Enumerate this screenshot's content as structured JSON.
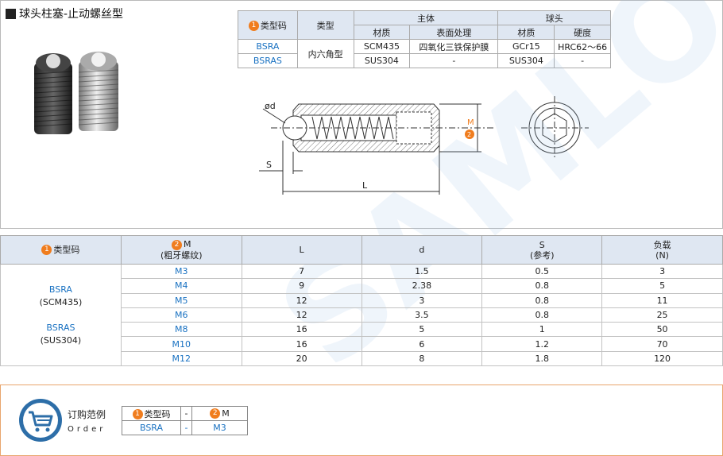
{
  "title": "球头柱塞-止动螺丝型",
  "spec_table": {
    "h_model": "类型码",
    "h_type": "类型",
    "h_body": "主体",
    "h_ball": "球头",
    "h_material": "材质",
    "h_surface": "表面处理",
    "h_hardness": "硬度",
    "rows": [
      {
        "model": "BSRA",
        "type": "内六角型",
        "material": "SCM435",
        "surface": "四氧化三铁保护膜",
        "ball_material": "GCr15",
        "hardness": "HRC62～66"
      },
      {
        "model": "BSRAS",
        "material": "SUS304",
        "surface": "-",
        "ball_material": "SUS304",
        "hardness": "-"
      }
    ]
  },
  "drawing": {
    "d_label": "ød",
    "s_label": "S",
    "l_label": "L",
    "m_label": "M"
  },
  "size_table": {
    "h_model": "类型码",
    "h_m": "M",
    "h_m_sub": "(粗牙螺纹)",
    "h_l": "L",
    "h_d": "d",
    "h_s": "S",
    "h_s_sub": "(参考)",
    "h_load": "负载",
    "h_load_sub": "(N)",
    "models": [
      {
        "code": "BSRA",
        "material": "(SCM435)"
      },
      {
        "code": "BSRAS",
        "material": "(SUS304)"
      }
    ],
    "rows": [
      {
        "m": "M3",
        "l": "7",
        "d": "1.5",
        "s": "0.5",
        "load": "3"
      },
      {
        "m": "M4",
        "l": "9",
        "d": "2.38",
        "s": "0.8",
        "load": "5"
      },
      {
        "m": "M5",
        "l": "12",
        "d": "3",
        "s": "0.8",
        "load": "11"
      },
      {
        "m": "M6",
        "l": "12",
        "d": "3.5",
        "s": "0.8",
        "load": "25"
      },
      {
        "m": "M8",
        "l": "16",
        "d": "5",
        "s": "1",
        "load": "50"
      },
      {
        "m": "M10",
        "l": "16",
        "d": "6",
        "s": "1.2",
        "load": "70"
      },
      {
        "m": "M12",
        "l": "20",
        "d": "8",
        "s": "1.8",
        "load": "120"
      }
    ]
  },
  "order": {
    "label_cn": "订购范例",
    "label_en": "Order",
    "h_model": "类型码",
    "h_dash": "-",
    "h_m": "M",
    "v_model": "BSRA",
    "v_dash": "-",
    "v_m": "M3"
  },
  "badges": {
    "one": "1",
    "two": "2"
  },
  "watermark": "SAMLO",
  "colors": {
    "accent": "#f07d1e",
    "link": "#1a72c2",
    "header": "#dfe7f2"
  }
}
